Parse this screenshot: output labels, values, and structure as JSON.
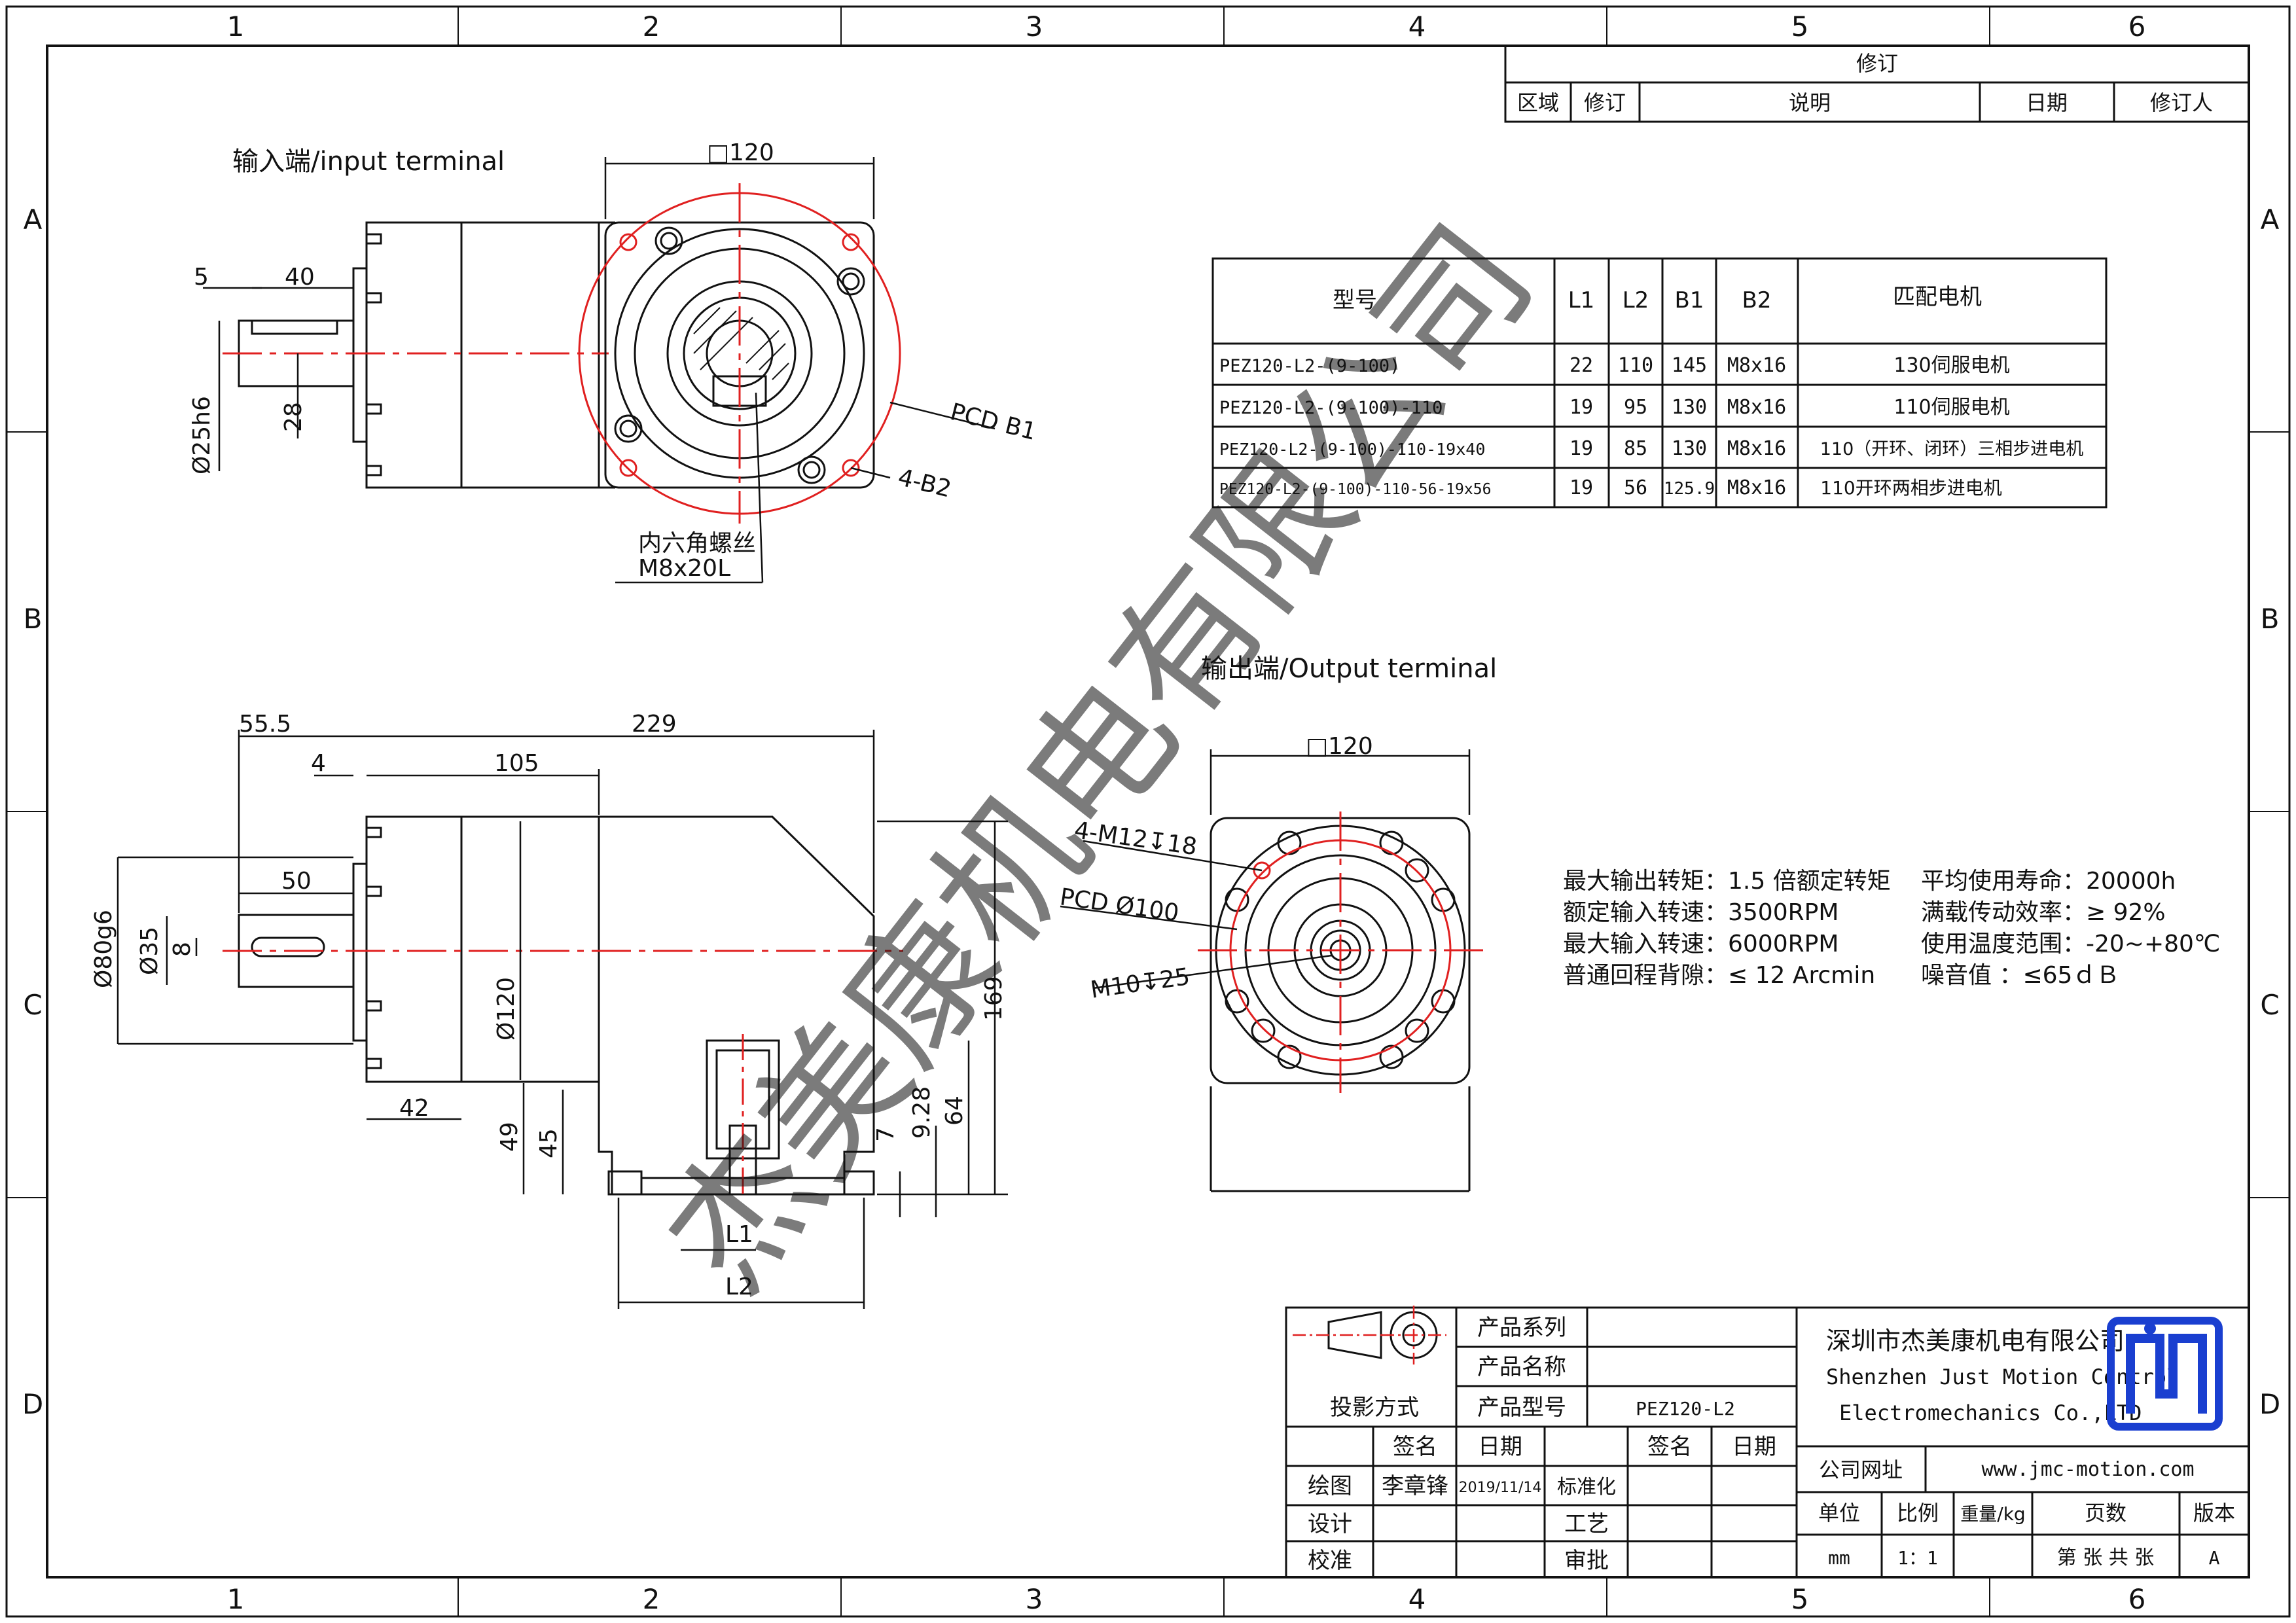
{
  "frame": {
    "cols_top": [
      "1",
      "2",
      "3",
      "4",
      "5",
      "6"
    ],
    "cols_bottom": [
      "1",
      "2",
      "3",
      "4",
      "5",
      "6"
    ],
    "rows_left": [
      "A",
      "B",
      "C",
      "D"
    ],
    "rows_right": [
      "A",
      "B",
      "C",
      "D"
    ]
  },
  "revision": {
    "title": "修订",
    "headers": [
      "区域",
      "修订",
      "说明",
      "日期",
      "修订人"
    ]
  },
  "input_view": {
    "title": "输入端/input terminal",
    "dims": {
      "square": "□120",
      "d5": "5",
      "d40": "40",
      "d28": "28",
      "shaft": "Ø25h6",
      "pcd": "PCD B1",
      "holes": "4-B2",
      "screw_1": "内六角螺丝",
      "screw_2": "M8x20L"
    }
  },
  "output_view": {
    "title": "输出端/Output terminal",
    "dims": {
      "square": "□120",
      "tap": "4-M12↧18",
      "pcd": "PCD Ø100",
      "center_tap": "M10↧25"
    }
  },
  "side_view": {
    "dims": {
      "d55_5": "55.5",
      "d229": "229",
      "d4": "4",
      "d105": "105",
      "d50": "50",
      "d80": "Ø80g6",
      "d35": "Ø35",
      "d8": "8",
      "d120": "Ø120",
      "d169": "169",
      "d42": "42",
      "d49": "49",
      "d45": "45",
      "d7": "7",
      "d9_28": "9.28",
      "d64": "64",
      "l1": "L1",
      "l2": "L2"
    }
  },
  "spec_table": {
    "headers": [
      "型号",
      "L1",
      "L2",
      "B1",
      "B2",
      "匹配电机"
    ],
    "rows": [
      [
        "PEZ120-L2-(9-100)",
        "22",
        "110",
        "145",
        "M8x16",
        "130伺服电机"
      ],
      [
        "PEZ120-L2-(9-100)-110",
        "19",
        "95",
        "130",
        "M8x16",
        "110伺服电机"
      ],
      [
        "PEZ120-L2-(9-100)-110-19x40",
        "19",
        "85",
        "130",
        "M8x16",
        "110（开环、闭环）三相步进电机"
      ],
      [
        "PEZ120-L2-(9-100)-110-56-19x56",
        "19",
        "56",
        "125.9",
        "M8x16",
        "110开环两相步进电机"
      ]
    ]
  },
  "specs": {
    "left": [
      "最大输出转矩：1.5 倍额定转矩",
      "额定输入转速：3500RPM",
      "最大输入转速：6000RPM",
      "普通回程背隙：≤ 12 Arcmin"
    ],
    "right": [
      "平均使用寿命：20000h",
      "满载传动效率：≥   92%",
      "使用温度范围：-20~+80℃",
      "噪音值         ：≤65ｄＢ"
    ]
  },
  "watermark": "杰美康机电有限公司",
  "title_block": {
    "projection": "投影方式",
    "product_series_label": "产品系列",
    "product_series_value": "",
    "product_name_label": "产品名称",
    "product_name_value": "",
    "product_model_label": "产品型号",
    "product_model_value": "PEZ120-L2",
    "sign_label": "签名",
    "date_label": "日期",
    "sign_label_2": "签名",
    "date_label_2": "日期",
    "draw_label": "绘图",
    "draw_name": "李章锋",
    "draw_date": "2019/11/14",
    "std_label": "标准化",
    "design_label": "设计",
    "craft_label": "工艺",
    "check_label": "校准",
    "approve_label": "审批",
    "company_cn": "深圳市杰美康机电有限公司",
    "company_en_1": "Shenzhen Just Motion Control",
    "company_en_2": "Electromechanics Co.,LTD",
    "website_label": "公司网址",
    "website": "www.jmc-motion.com",
    "unit_label": "单位",
    "scale_label": "比例",
    "weight_label": "重量/kg",
    "pages_label": "页数",
    "version_label": "版本",
    "unit_value": "mm",
    "scale_value": "1：1",
    "weight_value": "",
    "pages_value": "第 张 共 张",
    "version_value": "A"
  },
  "colors": {
    "line": "#111111",
    "red": "#e02020",
    "logo": "#1a3fd0",
    "watermark": "#c8c8c8"
  }
}
